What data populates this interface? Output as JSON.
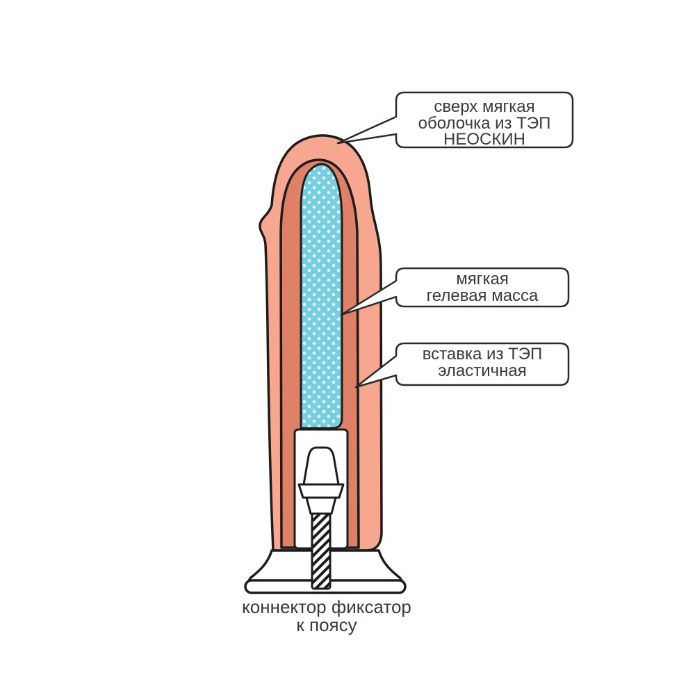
{
  "diagram": {
    "title": "product cross-section diagram",
    "colors": {
      "background": "#ffffff",
      "shell": "#F7A78F",
      "insert": "#DF8166",
      "gel": "#76CFE0",
      "outline": "#1c1c1c",
      "text": "#3a3a3a"
    },
    "callouts": [
      {
        "id": "shell-callout",
        "lines": [
          "сверх мягкая",
          "оболочка из ТЭП",
          "НЕОСКИН"
        ]
      },
      {
        "id": "gel-callout",
        "lines": [
          "мягкая",
          "гелевая масса"
        ]
      },
      {
        "id": "insert-callout",
        "lines": [
          "вставка из ТЭП",
          "эластичная"
        ]
      }
    ],
    "caption": {
      "lines": [
        "коннектор фиксатор",
        "к поясу"
      ]
    }
  }
}
